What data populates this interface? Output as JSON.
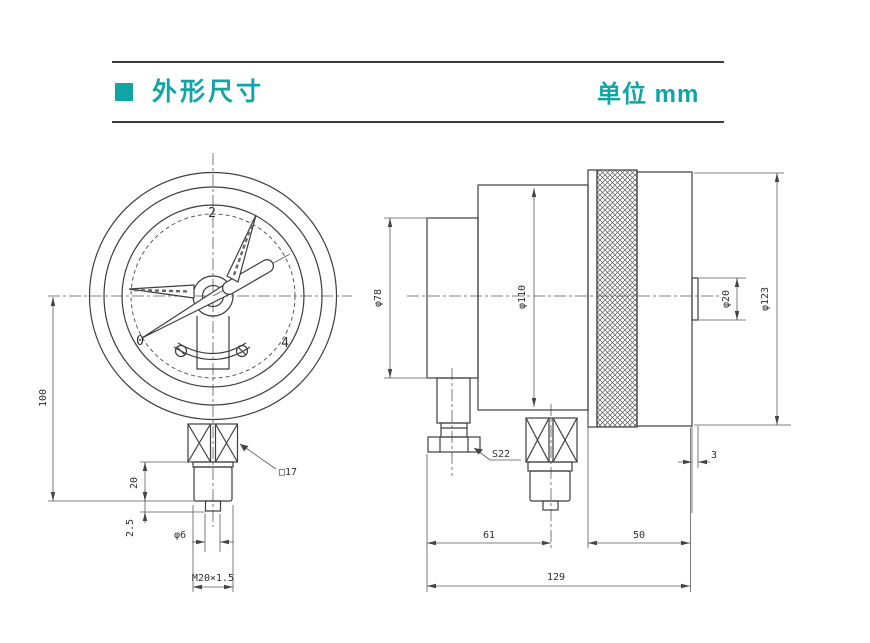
{
  "header": {
    "title": "外形尺寸",
    "unit_label": "单位 mm",
    "accent_color": "#12a5a5"
  },
  "front_view": {
    "dial": {
      "n0": "0",
      "n2": "2",
      "n4": "4"
    },
    "dimensions": {
      "center_to_thread_end": "100",
      "thread_length": "20",
      "tip_length": "2.5",
      "hole_diameter": "φ6",
      "thread_spec": "M20×1.5",
      "wrench_flat": "□17"
    }
  },
  "side_view": {
    "dimensions": {
      "rear_diameter": "φ78",
      "case_diameter": "φ110",
      "boss_diameter": "φ20",
      "bezel_diameter": "φ123",
      "gland_wrench": "S22",
      "bezel_lip": "3",
      "rear_to_stem_axis": "61",
      "front_section_length": "50",
      "total_depth": "129"
    }
  }
}
